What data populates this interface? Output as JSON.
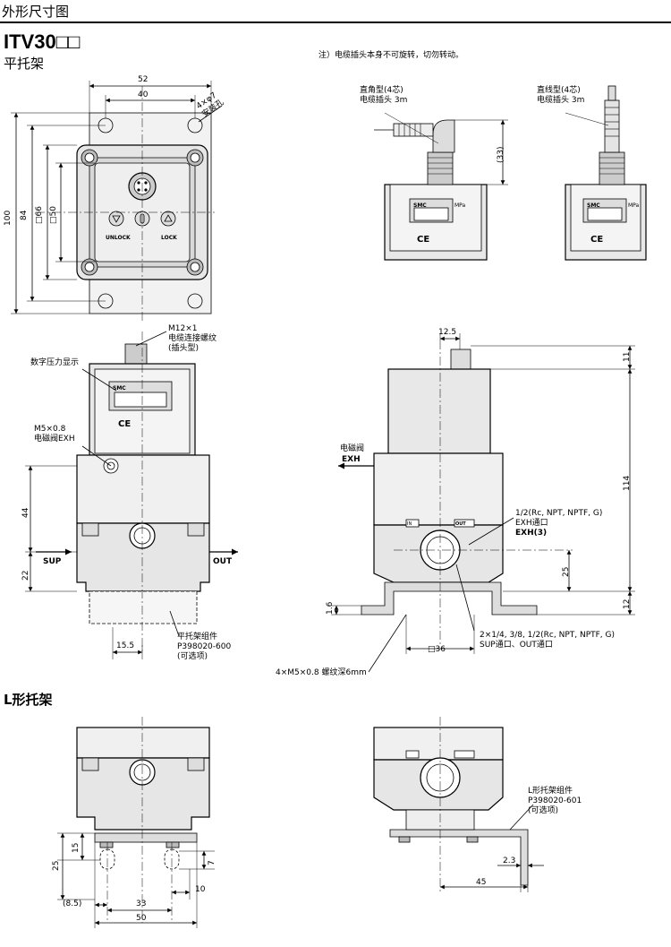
{
  "header": {
    "section_title": "外形尺寸图",
    "model": "ITV30□□"
  },
  "sections": {
    "flat_bracket": "平托架",
    "l_bracket": "L形托架"
  },
  "note": "注）电缆插头本身不可旋转，切勿转动。",
  "connectors": {
    "right_angle_title": "直角型(4芯)",
    "right_angle_cable": "电缆插头 3m",
    "straight_title": "直线型(4芯)",
    "straight_cable": "电缆插头 3m"
  },
  "callouts": {
    "mount_holes_a": "4×φ7",
    "mount_holes_b": "安装孔",
    "m12": "M12×1",
    "cable_thread_a": "电缆连接螺纹",
    "cable_thread_b": "(插头型)",
    "digital_display": "数字压力显示",
    "m5": "M5×0.8",
    "solenoid_exh": "电磁阀EXH",
    "bracket_assy": "平托架组件",
    "bracket_part": "P398020-600",
    "optional_1": "(可选项)",
    "exh_port_spec": "1/2(Rc, NPT, NPTF, G)",
    "exh_port": "EXH通口",
    "exh3": "EXH(3)",
    "solenoid": "电磁阀",
    "exh_arrow": "EXH",
    "sup_spec": "2×1/4, 3/8, 1/2(Rc, NPT, NPTF, G)",
    "sup_out_port": "SUP通口、OUT通口",
    "screw": "4×M5×0.8 螺纹深6mm",
    "l_assy": "L形托架组件",
    "l_part": "P398020-601",
    "optional_2": "(可选项)",
    "sup": "SUP",
    "out": "OUT",
    "unlock": "UNLOCK",
    "lock": "LOCK",
    "smc": "SMC",
    "mpa": "MPa",
    "ce": "CE",
    "port_in": "IN",
    "port_out": "OUT"
  },
  "dims": {
    "d52": "52",
    "d40": "40",
    "d100": "100",
    "d84": "84",
    "d66": "□66",
    "d50a": "□50",
    "d33p": "(33)",
    "d12_5": "12.5",
    "d11": "11",
    "d114": "114",
    "d25a": "25",
    "d12": "12",
    "d44": "44",
    "d22": "22",
    "d15_5": "15.5",
    "d1_6": "1.6",
    "d36": "□36",
    "d25b": "25",
    "d15": "15",
    "d7": "7",
    "d10": "10",
    "d8_5": "(8.5)",
    "d33": "33",
    "d50b": "50",
    "d2_3": "2.3",
    "d45": "45"
  }
}
